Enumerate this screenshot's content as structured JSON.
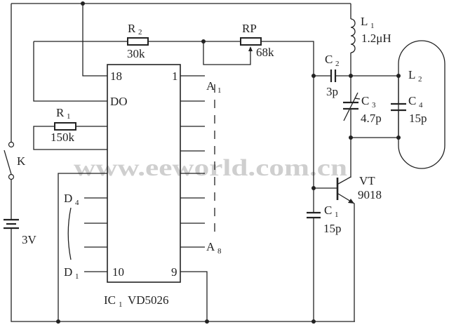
{
  "watermark": "www.eeworld.com.cn",
  "ic": {
    "pin18": "18",
    "pin1": "1",
    "do": "DO",
    "pin10": "10",
    "pin9": "9",
    "name": "IC",
    "name_sub": "1",
    "model": "VD5026"
  },
  "address": {
    "a1": "A",
    "a1_sub": "1",
    "a8": "A",
    "a8_sub": "8"
  },
  "data_pins": {
    "d4": "D",
    "d4_sub": "4",
    "d1": "D",
    "d1_sub": "1"
  },
  "r2": {
    "name": "R",
    "sub": "2",
    "value": "30k"
  },
  "rp": {
    "name": "RP",
    "value": "68k"
  },
  "r1": {
    "name": "R",
    "sub": "1",
    "value": "150k"
  },
  "switch": {
    "name": "K"
  },
  "battery": {
    "value": "3V"
  },
  "l1": {
    "name": "L",
    "sub": "1",
    "value": "1.2μH"
  },
  "l2": {
    "name": "L",
    "sub": "2"
  },
  "c2": {
    "name": "C",
    "sub": "2",
    "value": "3p"
  },
  "c3": {
    "name": "C",
    "sub": "3",
    "value": "4.7p"
  },
  "c4": {
    "name": "C",
    "sub": "4",
    "value": "15p"
  },
  "c1": {
    "name": "C",
    "sub": "1",
    "value": "15p"
  },
  "vt": {
    "name": "VT",
    "value": "9018"
  }
}
